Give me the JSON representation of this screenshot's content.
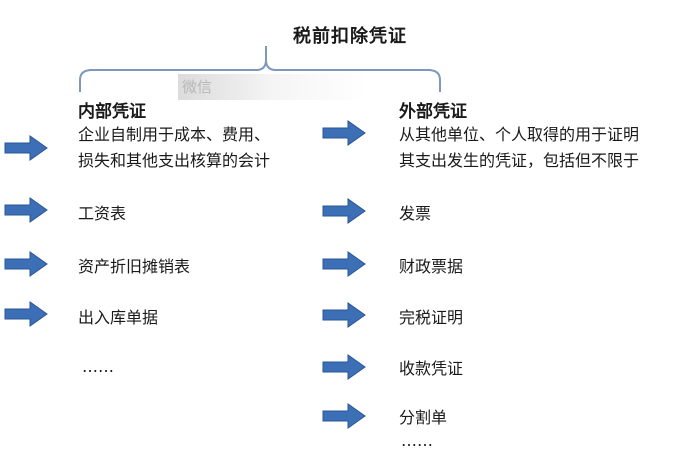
{
  "title": "税前扣除凭证",
  "watermark": "微信",
  "colors": {
    "arrow_fill": "#3d6fb6",
    "arrow_stroke": "#2a5595",
    "brace": "#7f97bd"
  },
  "internal": {
    "heading": "内部凭证",
    "desc_line1": "企业自制用于成本、费用、",
    "desc_line2": "损失和其他支出核算的会计",
    "items": [
      "工资表",
      "资产折旧摊销表",
      "出入库单据"
    ],
    "ellipsis": "……"
  },
  "external": {
    "heading": "外部凭证",
    "desc_line1": "从其他单位、个人取得的用于证明",
    "desc_line2": "其支出发生的凭证，包括但不限于",
    "items": [
      "发票",
      "财政票据",
      "完税证明",
      "收款凭证",
      "分割单"
    ],
    "ellipsis": "……"
  }
}
